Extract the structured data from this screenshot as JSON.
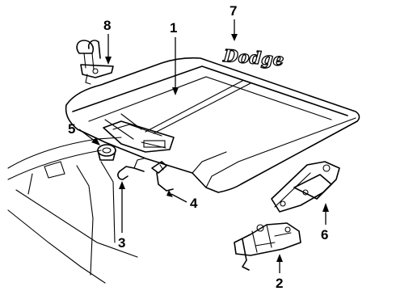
{
  "figure": {
    "callouts": [
      {
        "id": "1",
        "label": "1"
      },
      {
        "id": "2",
        "label": "2"
      },
      {
        "id": "3",
        "label": "3"
      },
      {
        "id": "4",
        "label": "4"
      },
      {
        "id": "5",
        "label": "5"
      },
      {
        "id": "6",
        "label": "6"
      },
      {
        "id": "7",
        "label": "7"
      },
      {
        "id": "8",
        "label": "8"
      }
    ],
    "emblem_text": "Dodge"
  }
}
